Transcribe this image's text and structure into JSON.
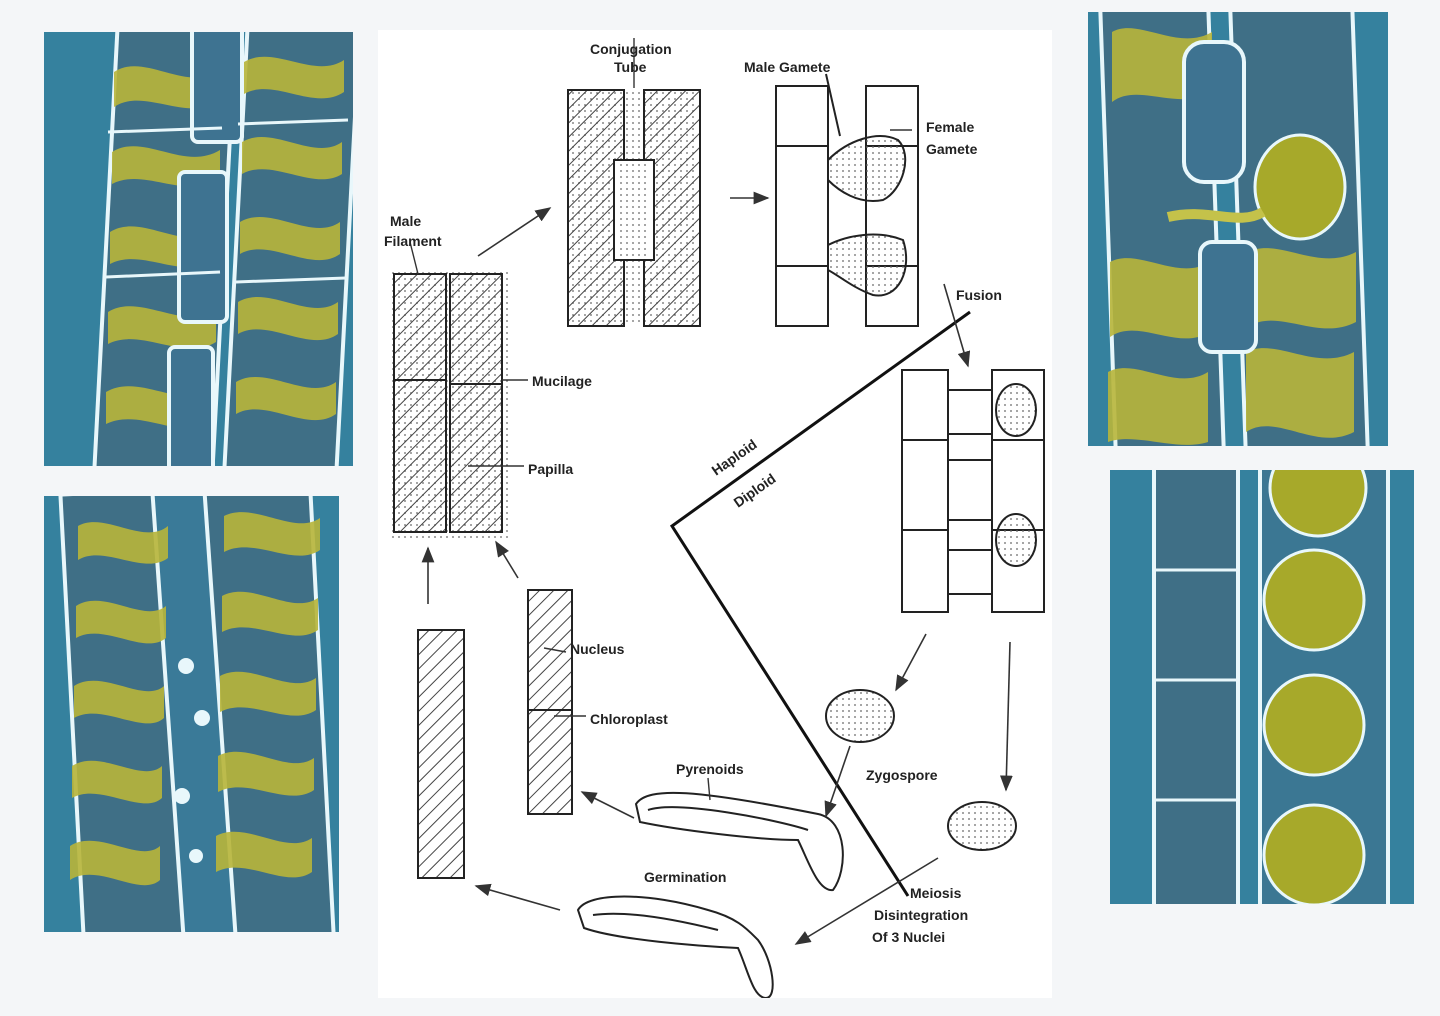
{
  "diagram": {
    "labels": {
      "conjugation_tube_1": "Conjugation",
      "conjugation_tube_2": "Tube",
      "male_gamete": "Male Gamete",
      "female_gamete_1": "Female",
      "female_gamete_2": "Gamete",
      "male_filament_1": "Male",
      "male_filament_2": "Filament",
      "mucilage": "Mucilage",
      "papilla": "Papilla",
      "fusion": "Fusion",
      "haploid": "Haploid",
      "diploid": "Diploid",
      "nucleus": "Nucleus",
      "chloroplast": "Chloroplast",
      "pyrenoids": "Pyrenoids",
      "zygospore": "Zygospore",
      "germination": "Germination",
      "meiosis_1": "Meiosis",
      "meiosis_2": "Disintegration",
      "meiosis_3": "Of 3 Nuclei"
    }
  },
  "colors": {
    "photo_background": "#2f7f9c",
    "cell_wall": "#dff3f7",
    "chloroplast_green": "#b9b83a",
    "zygospore_green": "#a7a92a"
  }
}
